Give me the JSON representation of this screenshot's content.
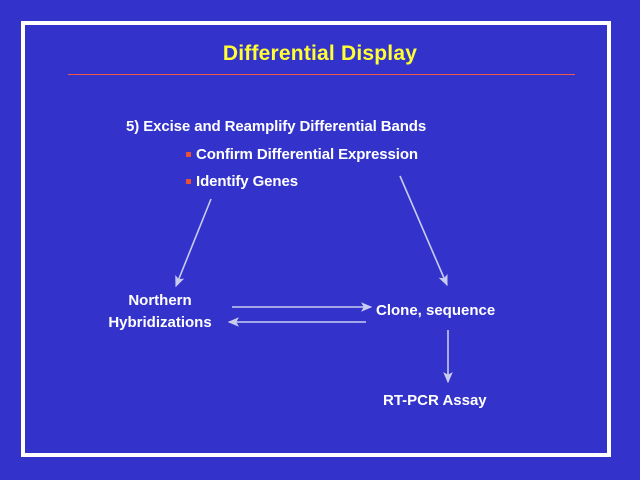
{
  "slide": {
    "title": "Differential Display",
    "title_color": "#FFFF33",
    "rule_color": "#F05A4B",
    "background_color": "#3333CC",
    "border_color": "#FFFFFF",
    "text_color": "#FFFFFF",
    "arrow_color": "#C8CCEE"
  },
  "body": {
    "heading": "5) Excise and Reamplify Differential Bands",
    "bullets": [
      {
        "marker": "square-bullet",
        "text": "Confirm Differential Expression"
      },
      {
        "marker": "square-bullet",
        "text": "Identify Genes"
      }
    ]
  },
  "flow": {
    "nodes": [
      {
        "id": "northern",
        "line1": "Northern",
        "line2": "Hybridizations"
      },
      {
        "id": "clone",
        "label": "Clone, sequence"
      },
      {
        "id": "rtpcr",
        "label": "RT-PCR Assay"
      }
    ],
    "arrows": [
      {
        "name": "arrow-to-northern",
        "kind": "diagonal-down-left"
      },
      {
        "name": "arrow-to-clone",
        "kind": "diagonal-down-right"
      },
      {
        "name": "arrow-northern-to-clone",
        "kind": "horizontal-right"
      },
      {
        "name": "arrow-clone-to-northern",
        "kind": "horizontal-left"
      },
      {
        "name": "arrow-clone-to-rtpcr",
        "kind": "vertical-down"
      }
    ]
  }
}
